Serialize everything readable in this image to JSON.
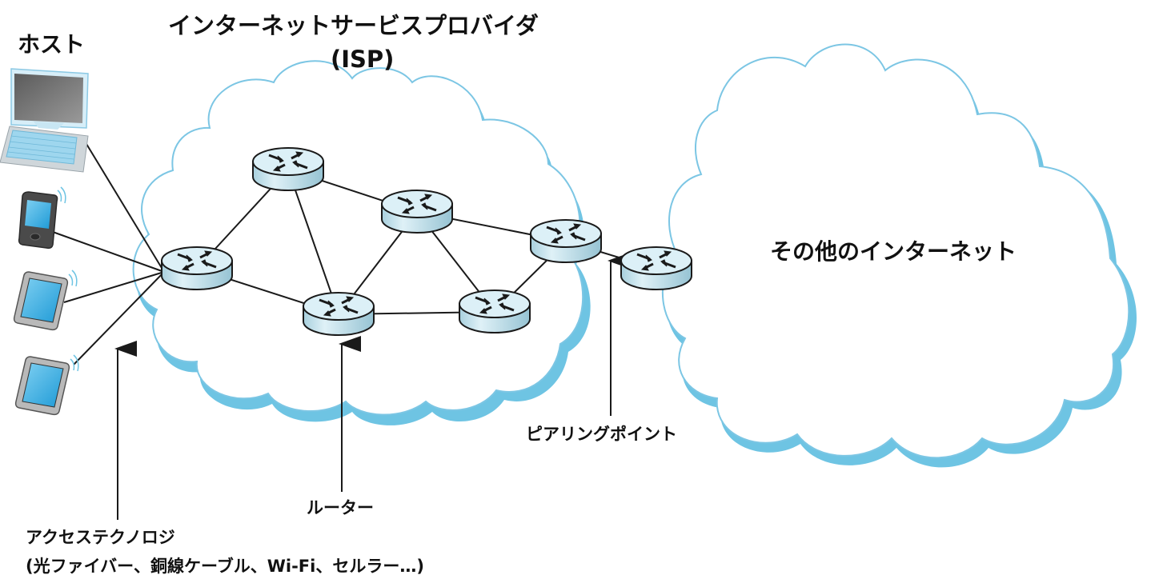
{
  "labels": {
    "hosts": "ホスト",
    "isp_title_line1": "インターネットサービスプロバイダ",
    "isp_title_line2": "(ISP)",
    "rest_of_internet": "その他のインターネット",
    "peering_point": "ピアリングポイント",
    "router": "ルーター",
    "access_tech_line1": "アクセステクノロジ",
    "access_tech_line2": "(光ファイバー、銅線ケーブル、Wi-Fi、セルラー…)"
  },
  "colors": {
    "cloud_outline": "#7cc6e4",
    "cloud_shadow": "#6ec4e3",
    "router_top": "#dcf0f7",
    "router_side": "#a9d3e0",
    "device_screen": "#29a8e0",
    "text": "#111111"
  },
  "hosts": [
    {
      "id": "laptop",
      "type": "laptop-icon"
    },
    {
      "id": "phone",
      "type": "smartphone-icon"
    },
    {
      "id": "tablet1",
      "type": "tablet-icon"
    },
    {
      "id": "tablet2",
      "type": "tablet-icon"
    }
  ],
  "routers": [
    {
      "id": "r_edge"
    },
    {
      "id": "r_top"
    },
    {
      "id": "r_mid"
    },
    {
      "id": "r_bottom"
    },
    {
      "id": "r_br"
    },
    {
      "id": "r_peer"
    },
    {
      "id": "r_ext"
    }
  ],
  "links": [
    [
      "laptop",
      "r_edge"
    ],
    [
      "phone",
      "r_edge"
    ],
    [
      "tablet1",
      "r_edge"
    ],
    [
      "tablet2",
      "r_edge"
    ],
    [
      "r_edge",
      "r_top"
    ],
    [
      "r_edge",
      "r_bottom"
    ],
    [
      "r_top",
      "r_bottom"
    ],
    [
      "r_top",
      "r_mid"
    ],
    [
      "r_mid",
      "r_bottom"
    ],
    [
      "r_mid",
      "r_br"
    ],
    [
      "r_mid",
      "r_peer"
    ],
    [
      "r_bottom",
      "r_br"
    ],
    [
      "r_br",
      "r_peer"
    ],
    [
      "r_peer",
      "r_ext"
    ]
  ]
}
